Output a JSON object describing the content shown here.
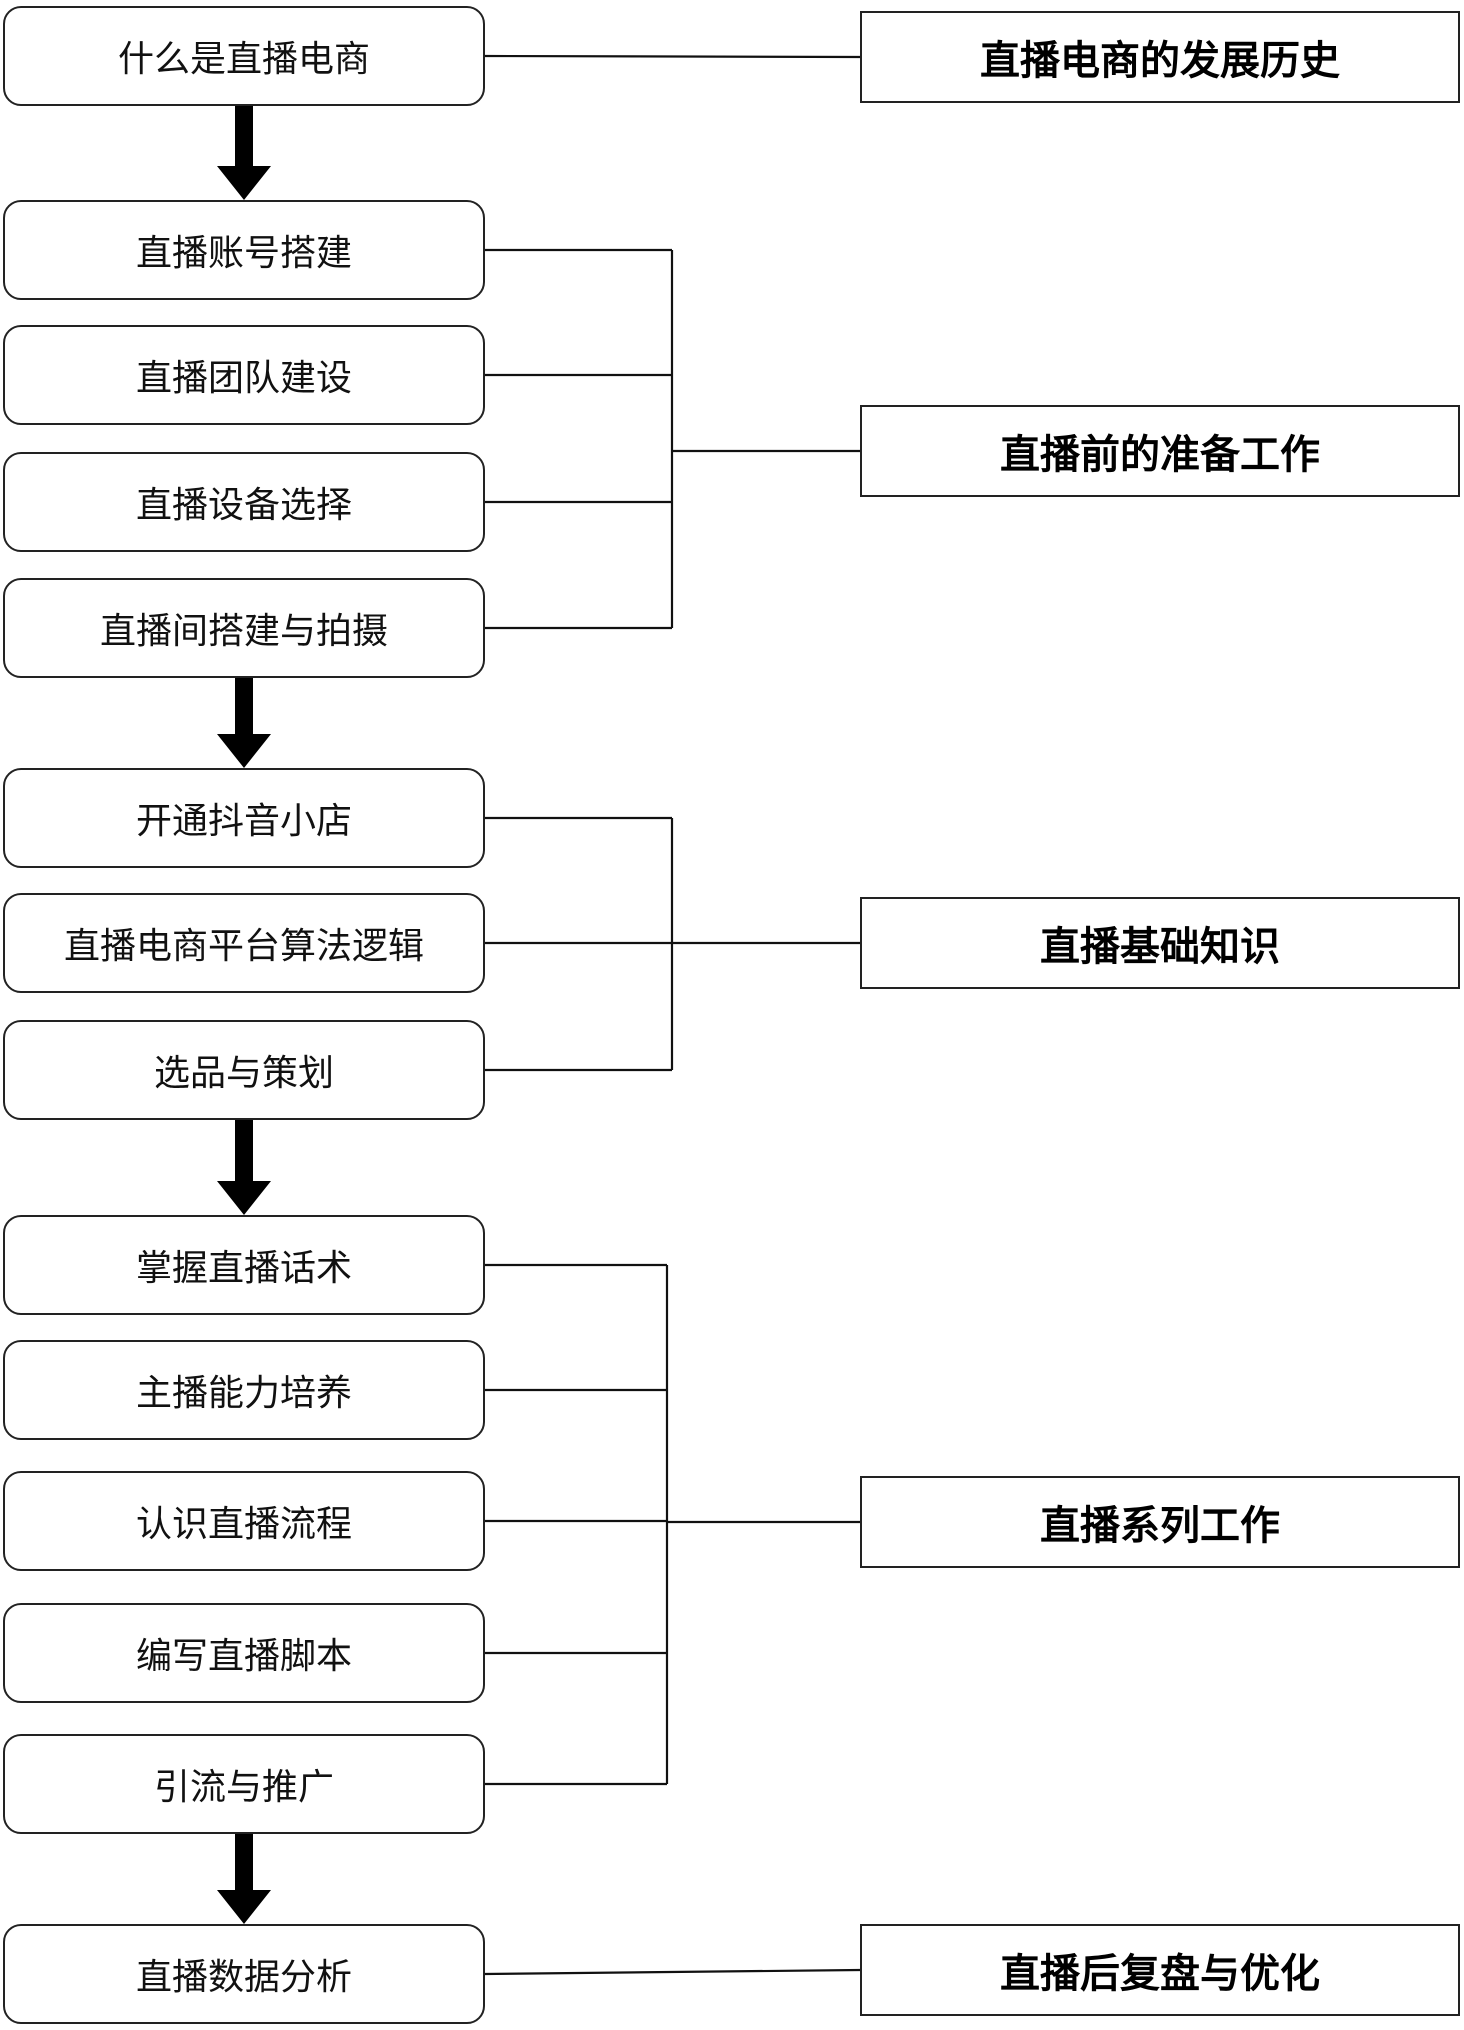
{
  "nodes": [
    {
      "id": "n1",
      "label": "什么是直播电商"
    },
    {
      "id": "n2",
      "label": "直播账号搭建"
    },
    {
      "id": "n3",
      "label": "直播团队建设"
    },
    {
      "id": "n4",
      "label": "直播设备选择"
    },
    {
      "id": "n5",
      "label": "直播间搭建与拍摄"
    },
    {
      "id": "n6",
      "label": "开通抖音小店"
    },
    {
      "id": "n7",
      "label": "直播电商平台算法逻辑"
    },
    {
      "id": "n8",
      "label": "选品与策划"
    },
    {
      "id": "n9",
      "label": "掌握直播话术"
    },
    {
      "id": "n10",
      "label": "主播能力培养"
    },
    {
      "id": "n11",
      "label": "认识直播流程"
    },
    {
      "id": "n12",
      "label": "编写直播脚本"
    },
    {
      "id": "n13",
      "label": "引流与推广"
    },
    {
      "id": "n14",
      "label": "直播数据分析"
    }
  ],
  "categories": [
    {
      "id": "c1",
      "label": "直播电商的发展历史",
      "members": [
        "n1"
      ]
    },
    {
      "id": "c2",
      "label": "直播前的准备工作",
      "members": [
        "n2",
        "n3",
        "n4",
        "n5"
      ]
    },
    {
      "id": "c3",
      "label": "直播基础知识",
      "members": [
        "n6",
        "n7",
        "n8"
      ]
    },
    {
      "id": "c4",
      "label": "直播系列工作",
      "members": [
        "n9",
        "n10",
        "n11",
        "n12",
        "n13"
      ]
    },
    {
      "id": "c5",
      "label": "直播后复盘与优化",
      "members": [
        "n14"
      ]
    }
  ],
  "flow_arrows": [
    {
      "from": "n1",
      "to": "n2"
    },
    {
      "from": "n5",
      "to": "n6"
    },
    {
      "from": "n8",
      "to": "n9"
    },
    {
      "from": "n13",
      "to": "n14"
    }
  ]
}
